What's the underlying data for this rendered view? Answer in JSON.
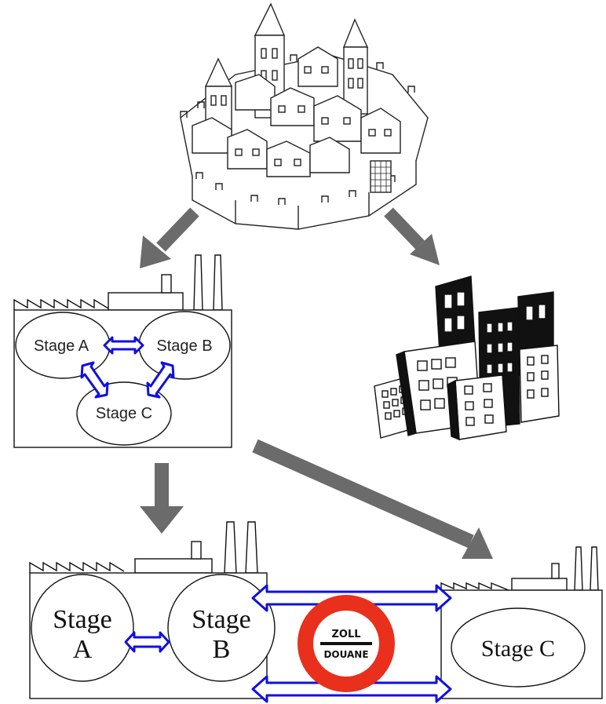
{
  "top_factory": {
    "stage_a": "Stage A",
    "stage_b": "Stage B",
    "stage_c": "Stage C"
  },
  "bottom_left_factory": {
    "stage_a_line1": "Stage",
    "stage_a_line2": "A",
    "stage_b_line1": "Stage",
    "stage_b_line2": "B"
  },
  "customs_sign": {
    "line1": "ZOLL",
    "line2": "DOUANE"
  },
  "bottom_right_factory": {
    "stage_c": "Stage C"
  },
  "colors": {
    "arrow_gray": "#6b6b6b",
    "link_blue": "#1010e0",
    "customs_red": "#e8301c"
  },
  "icons": [
    "walled-city-icon",
    "city-skyline-icon",
    "factory-icon",
    "customs-sign-icon"
  ]
}
